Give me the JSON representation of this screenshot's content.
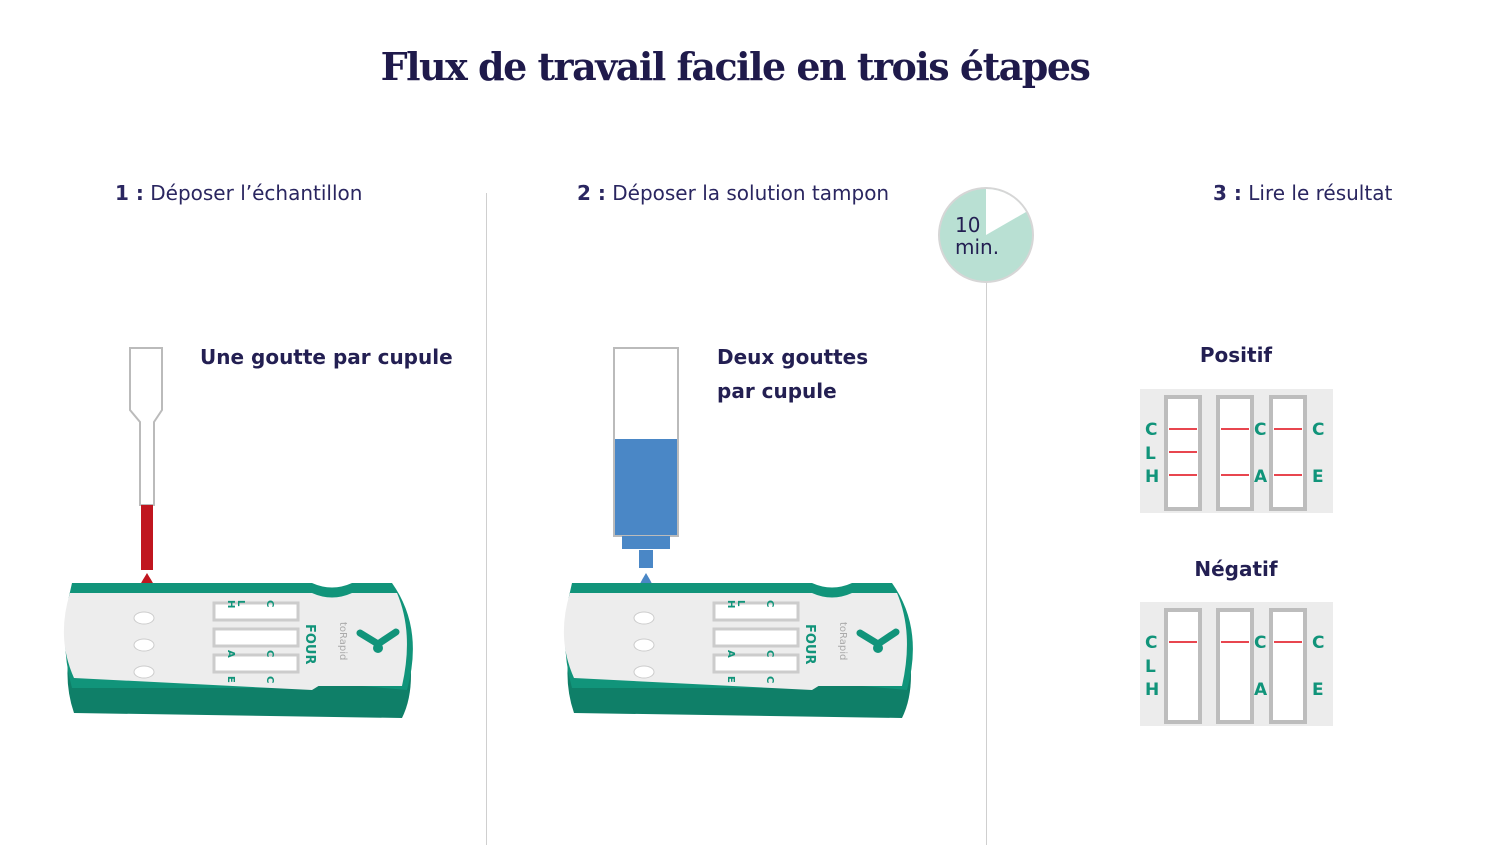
{
  "title": "Flux de travail facile en trois étapes",
  "steps": [
    {
      "num": "1 :",
      "label": "Déposer l’échantillon",
      "caption": "Une goutte par cupule"
    },
    {
      "num": "2 :",
      "label": "Déposer la solution tampon",
      "caption_line1": "Deux gouttes",
      "caption_line2": "par cupule"
    },
    {
      "num": "3 :",
      "label": "Lire le résultat"
    }
  ],
  "timer": {
    "value": "10",
    "unit": "min.",
    "elapsed_fraction": 0.17
  },
  "cassette": {
    "name": "FOUR",
    "brand": "toRapid",
    "letters": [
      "C",
      "L",
      "H",
      "C",
      "A",
      "C",
      "E"
    ]
  },
  "results": {
    "positive": {
      "label": "Positif",
      "letters": [
        "C",
        "L",
        "H",
        "C",
        "A",
        "C",
        "E"
      ]
    },
    "negative": {
      "label": "Négatif",
      "letters": [
        "C",
        "L",
        "H",
        "C",
        "A",
        "C",
        "E"
      ]
    }
  },
  "colors": {
    "teal": "#11947a",
    "blood": "#c0161f",
    "buffer": "#4a87c6",
    "mint": "#b9e0d3",
    "line": "#e8464f"
  }
}
